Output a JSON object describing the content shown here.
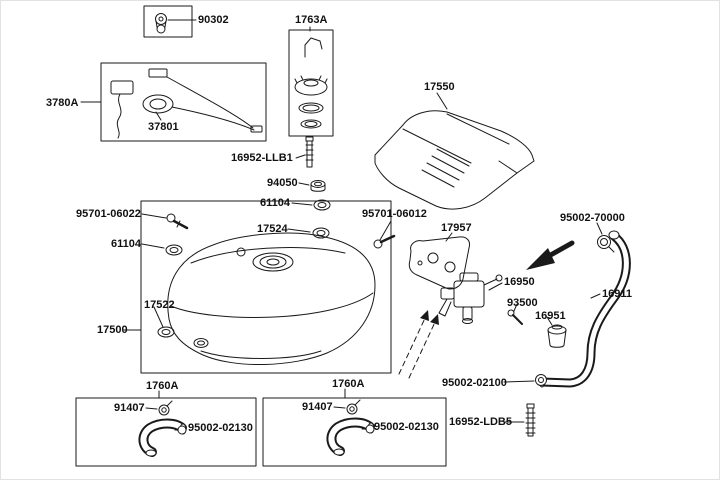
{
  "diagram": {
    "name": "fuel-tank-exploded-parts-diagram",
    "background": "#ffffff",
    "line_color": "#1a1a1a"
  },
  "parts": {
    "p90302": "90302",
    "p1763A": "1763A",
    "p3780A": "3780A",
    "p37801": "37801",
    "p17550": "17550",
    "p16952_LLB1": "16952-LLB1",
    "p94050": "94050",
    "p61104_a": "61104",
    "p95701_06022": "95701-06022",
    "p17524": "17524",
    "p61104_b": "61104",
    "p95701_06012": "95701-06012",
    "p17957": "17957",
    "p95002_70000": "95002-70000",
    "p16950": "16950",
    "p16911": "16911",
    "p93500": "93500",
    "p16951": "16951",
    "p17522": "17522",
    "p17500": "17500",
    "p95002_02100": "95002-02100",
    "p1760A_left": "1760A",
    "p1760A_right": "1760A",
    "p91407_left": "91407",
    "p91407_right": "91407",
    "p95002_02130_left": "95002-02130",
    "p95002_02130_right": "95002-02130",
    "p16952_LDB5": "16952-LDB5"
  }
}
